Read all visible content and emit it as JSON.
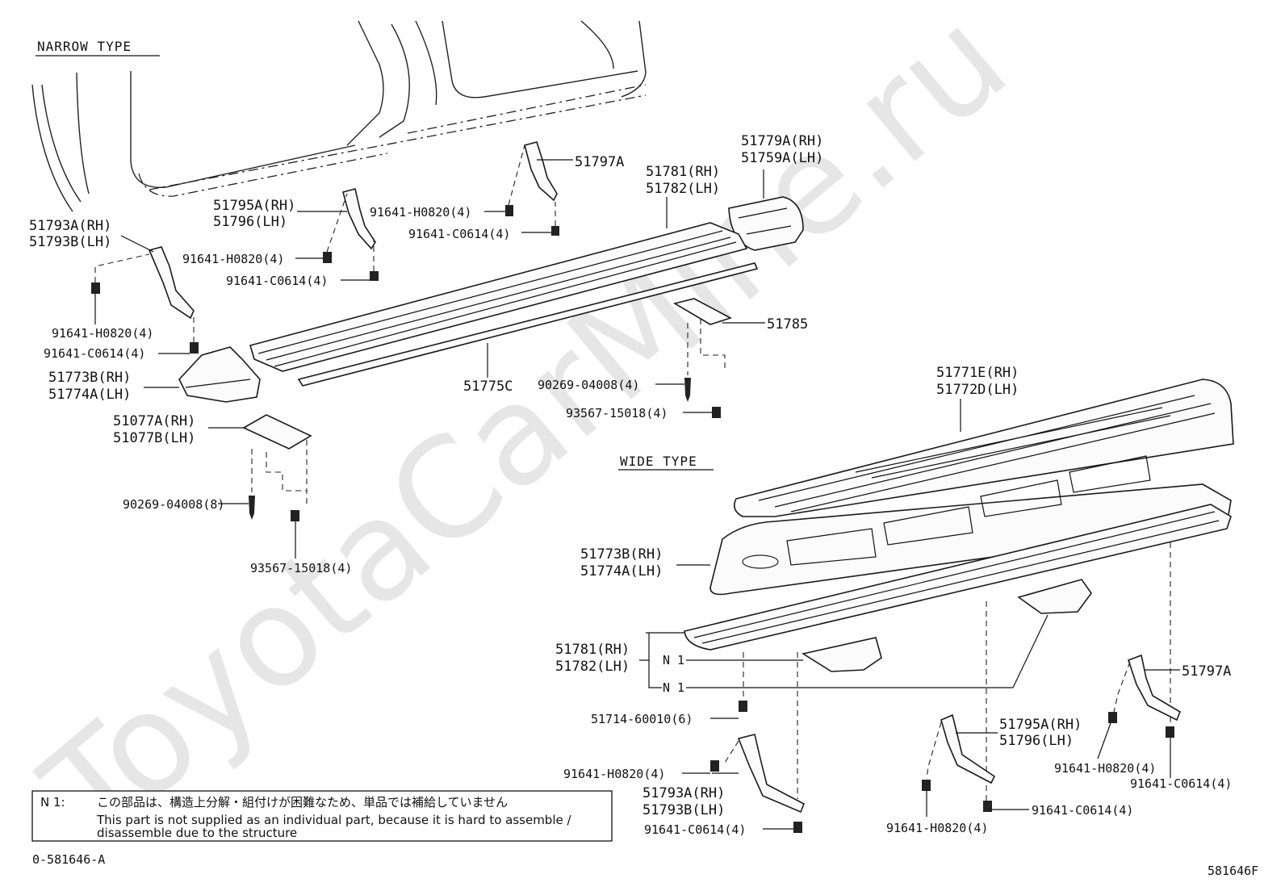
{
  "watermark": "ToyotaCarMine.ru",
  "headers": {
    "narrow": "NARROW TYPE",
    "wide": "WIDE TYPE"
  },
  "labels": {
    "p51797A_top": "51797A",
    "p51779A": "51779A(RH)",
    "p51759A": "51759A(LH)",
    "p51781_top": "51781(RH)",
    "p51782_top": "51782(LH)",
    "p51795A_top": "51795A(RH)",
    "p51796_top": "51796(LH)",
    "b91641H0820_a": "91641-H0820(4)",
    "b91641C0614_a": "91641-C0614(4)",
    "p51793A_top": "51793A(RH)",
    "p51793B_top": "51793B(LH)",
    "b91641H0820_b": "91641-H0820(4)",
    "b91641C0614_b": "91641-C0614(4)",
    "b91641H0820_c": "91641-H0820(4)",
    "b91641C0614_c": "91641-C0614(4)",
    "p51773B_top": "51773B(RH)",
    "p51774A_top": "51774A(LH)",
    "p51785": "51785",
    "p51775C": "51775C",
    "b90269_a": "90269-04008(4)",
    "b93567_a": "93567-15018(4)",
    "p51077A": "51077A(RH)",
    "p51077B": "51077B(LH)",
    "b90269_b": "90269-04008(8)",
    "b93567_b": "93567-15018(4)",
    "p51771E": "51771E(RH)",
    "p51772D": "51772D(LH)",
    "p51773B_wide": "51773B(RH)",
    "p51774A_wide": "51774A(LH)",
    "p51781_wide": "51781(RH)",
    "p51782_wide": "51782(LH)",
    "n1_a": "N 1",
    "n1_b": "N 1",
    "p51797A_wide": "51797A",
    "b51714": "51714-60010(6)",
    "p51795A_wide": "51795A(RH)",
    "p51796_wide": "51796(LH)",
    "b91641H0820_d": "91641-H0820(4)",
    "b91641C0614_d": "91641-C0614(4)",
    "b91641H0820_e": "91641-H0820(4)",
    "p51793A_wide": "51793A(RH)",
    "p51793B_wide": "51793B(LH)",
    "b91641C0614_e": "91641-C0614(4)",
    "b91641C0614_f": "91641-C0614(4)",
    "b91641H0820_f": "91641-H0820(4)"
  },
  "note": {
    "prefix": "N 1:",
    "jp": "この部品は、構造上分解・組付けが困難なため、単品では補給していません",
    "en1": "This part is not supplied as an individual part, because it is hard to assemble /",
    "en2": "disassemble due to the structure"
  },
  "footer": {
    "left": "0-581646-A",
    "right": "581646F"
  }
}
